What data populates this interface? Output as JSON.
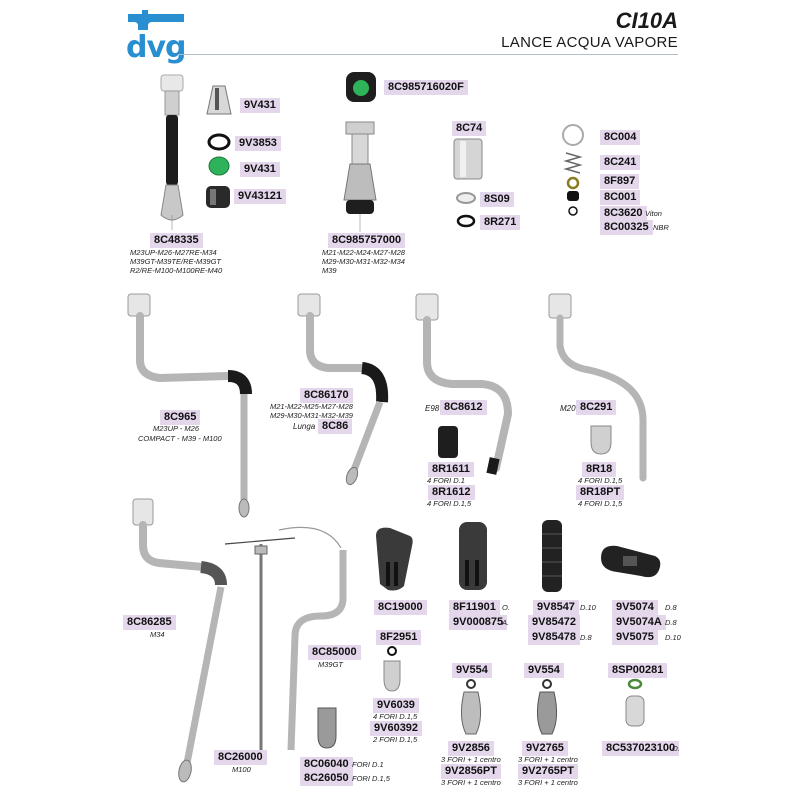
{
  "header": {
    "logo": "dvg",
    "code": "CI10A",
    "title": "LANCE ACQUA VAPORE"
  },
  "colors": {
    "brand": "#2a8fd0",
    "code_bg": "#e4d7ec",
    "green_part": "#2fb35a"
  },
  "parts": {
    "p8C48335": {
      "code": "8C48335",
      "note1": "M23UP-M26-M27RE-M34",
      "note2": "M39GT-M39TE/RE-M39GT",
      "note3": "R2/RE-M100-M100RE-M40"
    },
    "p9V431a": {
      "code": "9V431"
    },
    "p9V3853": {
      "code": "9V3853"
    },
    "p9V431b": {
      "code": "9V431"
    },
    "p9V43121": {
      "code": "9V43121"
    },
    "p8C985716020F": {
      "code": "8C985716020F"
    },
    "p8C985757000": {
      "code": "8C985757000",
      "note1": "M21-M22-M24-M27-M28",
      "note2": "M29-M30-M31-M32-M34",
      "note3": "M39"
    },
    "p8C74": {
      "code": "8C74"
    },
    "p8S09": {
      "code": "8S09"
    },
    "p8R271": {
      "code": "8R271"
    },
    "p8C004": {
      "code": "8C004"
    },
    "p8C241": {
      "code": "8C241"
    },
    "p8F897": {
      "code": "8F897"
    },
    "p8C001": {
      "code": "8C001"
    },
    "p8C3620": {
      "code": "8C3620",
      "note": "Viton"
    },
    "p8C00325": {
      "code": "8C00325",
      "note": "NBR"
    },
    "p8C965": {
      "code": "8C965",
      "note1": "M23UP - M26",
      "note2": "COMPACT - M39 - M100"
    },
    "p8C86170": {
      "code": "8C86170",
      "note1": "M21-M22-M25-M27-M28",
      "note2": "M29-M30-M31-M32-M39"
    },
    "p8C86": {
      "code": "8C86",
      "label": "Lunga"
    },
    "p8C8612": {
      "code": "8C8612",
      "label": "E98"
    },
    "p8C291": {
      "code": "8C291",
      "label": "M20"
    },
    "p8R1611": {
      "code": "8R1611",
      "note": "4 FORI D.1"
    },
    "p8R1612": {
      "code": "8R1612",
      "note": "4 FORI D.1,5"
    },
    "p8R18": {
      "code": "8R18",
      "note": "4 FORI D.1,5"
    },
    "p8R18PT": {
      "code": "8R18PT",
      "note": "4 FORI D.1,5"
    },
    "p8C86285": {
      "code": "8C86285",
      "note": "M34"
    },
    "p8C85000": {
      "code": "8C85000",
      "note": "M39GT"
    },
    "p8C26000": {
      "code": "8C26000",
      "note": "M100"
    },
    "p8C19000": {
      "code": "8C19000"
    },
    "p8F2951": {
      "code": "8F2951"
    },
    "p9V6039": {
      "code": "9V6039",
      "note": "4 FORI D.1,5"
    },
    "p9V60392": {
      "code": "9V60392",
      "note": "2 FORI D.1,5"
    },
    "p8C06040": {
      "code": "8C06040",
      "note": "FORI D.1"
    },
    "p8C26050": {
      "code": "8C26050",
      "note": "FORI D.1,5"
    },
    "p8F11901": {
      "code": "8F11901",
      "note": "O."
    },
    "p9V000875": {
      "code": "9V000875",
      "note": "A."
    },
    "p9V554a": {
      "code": "9V554"
    },
    "p9V2856": {
      "code": "9V2856",
      "note": "3 FORI + 1 centro"
    },
    "p9V2856PT": {
      "code": "9V2856PT",
      "note": "3 FORI + 1 centro"
    },
    "p9V8547": {
      "code": "9V8547",
      "note": "D.10"
    },
    "p9V85472": {
      "code": "9V85472"
    },
    "p9V85478": {
      "code": "9V85478",
      "note": "D.8"
    },
    "p9V554b": {
      "code": "9V554"
    },
    "p9V2765": {
      "code": "9V2765",
      "note": "3 FORI + 1 centro"
    },
    "p9V2765PT": {
      "code": "9V2765PT",
      "note": "3 FORI + 1 centro"
    },
    "p9V5074": {
      "code": "9V5074",
      "note": "D.8"
    },
    "p9V5074A": {
      "code": "9V5074A",
      "note": "D.8"
    },
    "p9V5075": {
      "code": "9V5075",
      "note": "D.10"
    },
    "p8SP00281": {
      "code": "8SP00281"
    },
    "p8C537023100": {
      "code": "8C537023100",
      "note": "O."
    }
  }
}
